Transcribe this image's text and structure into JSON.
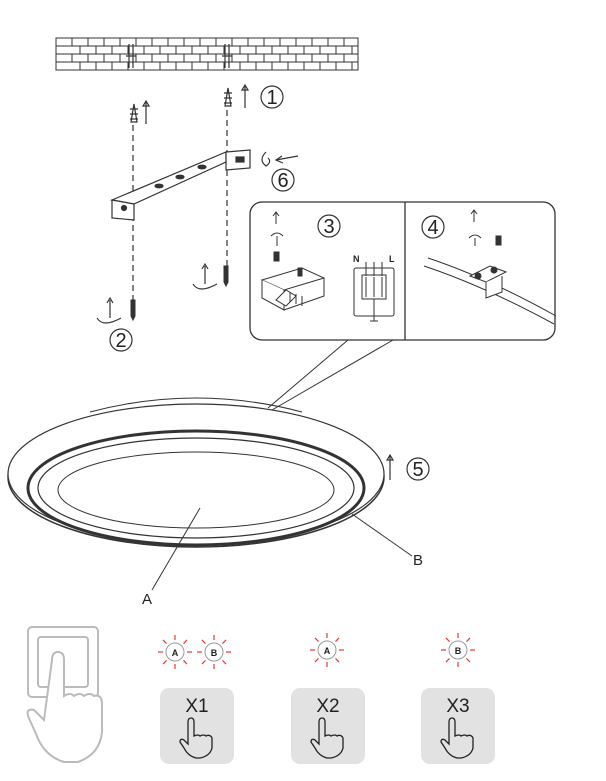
{
  "steps": {
    "s1": "1",
    "s2": "2",
    "s3": "3",
    "s4": "4",
    "s5": "5",
    "s6": "6"
  },
  "parts": {
    "a": "A",
    "b": "B"
  },
  "wiring": {
    "n": "N",
    "l": "L"
  },
  "controls": {
    "group1": {
      "led_a": "A",
      "led_b": "B",
      "press": "X1"
    },
    "group2": {
      "led": "A",
      "press": "X2"
    },
    "group3": {
      "led": "B",
      "press": "X3"
    }
  }
}
